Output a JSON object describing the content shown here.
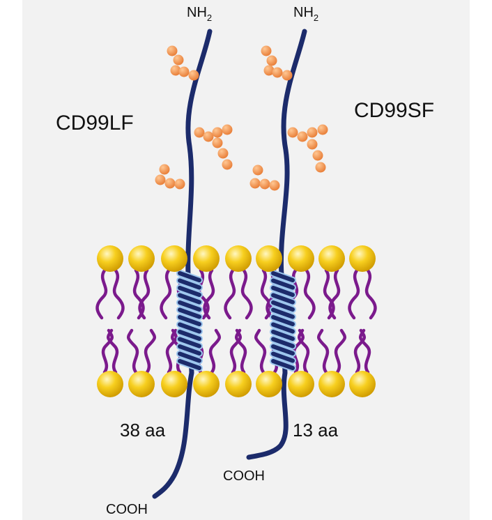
{
  "labels": {
    "long_form": "CD99LF",
    "short_form": "CD99SF",
    "n_terminus": "NH",
    "n_terminus_subscript": "2",
    "c_terminus": "COOH",
    "long_form_tail": "38 aa",
    "short_form_tail": "13 aa"
  },
  "colors": {
    "panel_background": "#f2f2f2",
    "protein_chain": "#1c2b6b",
    "helix_band_fill": "#1c2b6b",
    "helix_band_edge": "#9ec7ee",
    "glycan": "#f0964a",
    "lipid_head": "#f5c518",
    "lipid_tail": "#7b1a8c"
  }
}
